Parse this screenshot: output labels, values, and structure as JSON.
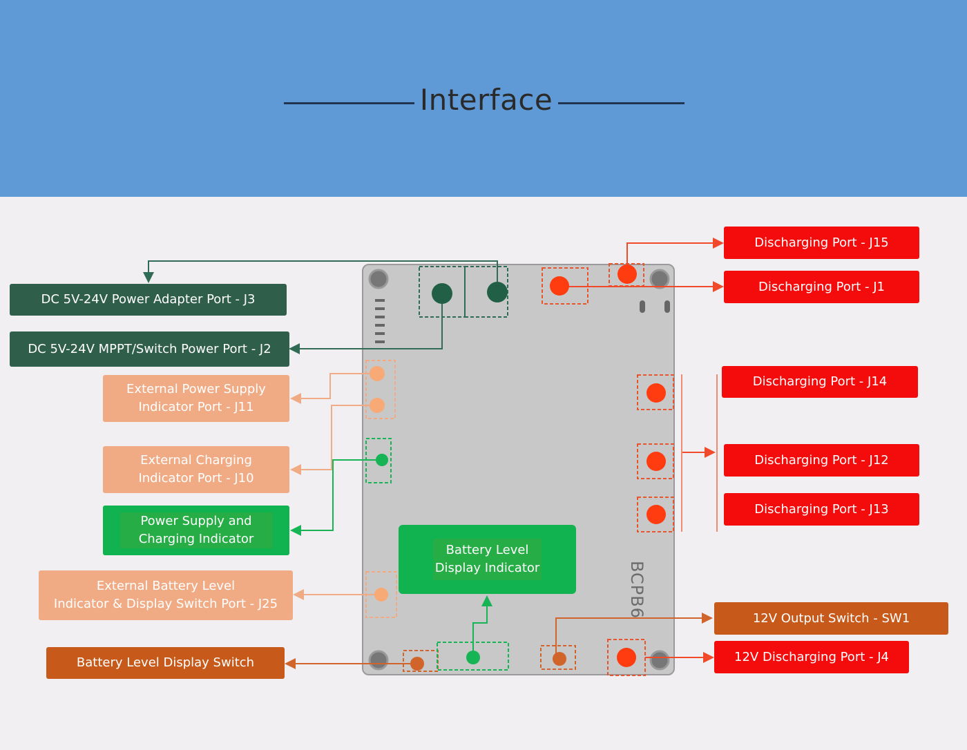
{
  "header": {
    "title": "Interface",
    "background": "#5f9ad7"
  },
  "board": {
    "name": "BCPB6"
  },
  "colors": {
    "power_input": "#2f5e4b",
    "indicator_port": "#f0ab85",
    "indicator": "#10b350",
    "switch": "#c75a1b",
    "discharging": "#f40b0b"
  },
  "labels": {
    "j3": "DC 5V-24V Power Adapter Port - J3",
    "j2": "DC 5V-24V MPPT/Switch Power Port - J2",
    "j11_line1": "External Power Supply",
    "j11_line2": "Indicator Port - J11",
    "j10_line1": "External Charging",
    "j10_line2": "Indicator Port - J10",
    "psci_line1": "Power Supply and",
    "psci_line2": "Charging Indicator",
    "j25_line1": "External Battery Level",
    "j25_line2": "Indicator & Display Switch Port - J25",
    "bl_switch": "Battery Level Display Switch",
    "bl_indicator_line1": "Battery Level",
    "bl_indicator_line2": "Display Indicator",
    "j15": "Discharging Port - J15",
    "j1": "Discharging Port - J1",
    "j14": "Discharging Port - J14",
    "j12": "Discharging Port - J12",
    "j13": "Discharging Port - J13",
    "sw1": "12V Output Switch - SW1",
    "j4": "12V Discharging Port - J4"
  }
}
